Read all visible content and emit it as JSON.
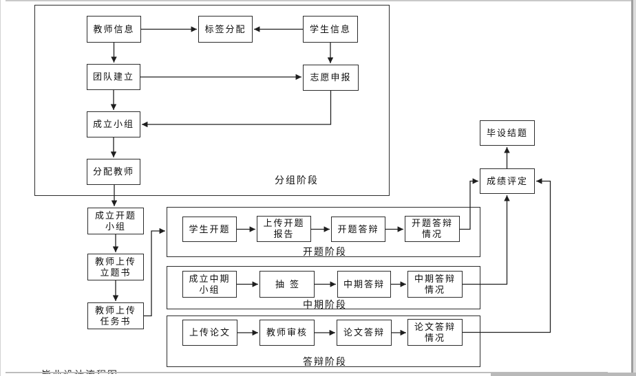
{
  "stages": {
    "grouping": "分组阶段",
    "proposal": "开题阶段",
    "midterm": "中期阶段",
    "defense": "答辩阶段"
  },
  "nodes": {
    "teacher_info": "教师信息",
    "label_assign": "标签分配",
    "student_info": "学生信息",
    "team_build": "团队建立",
    "volunteer_apply": "志愿申报",
    "form_group": "成立小组",
    "assign_teacher": "分配教师",
    "form_proposal_group": "成立开题\n小组",
    "teacher_upload_topic_doc": "教师上传\n立题书",
    "teacher_upload_task_doc": "教师上传\n任务书",
    "student_proposal": "学生开题",
    "upload_proposal_report": "上传开题\n报告",
    "proposal_defense": "开题答辩",
    "proposal_defense_status": "开题答辩\n情况",
    "form_midterm_group": "成立中期\n小组",
    "draw_lots": "抽签",
    "midterm_defense": "中期答辩",
    "midterm_defense_status": "中期答辩\n情况",
    "upload_thesis": "上传论文",
    "teacher_review": "教师审核",
    "thesis_defense": "论文答辩",
    "thesis_defense_status": "论文答辩\n情况",
    "graduation_conclusion": "毕设结题",
    "grade_evaluation": "成绩评定"
  },
  "page": {
    "clipped_caption": "毕业设计流程图"
  },
  "colors": {
    "line": "#1f1f1f",
    "page_edge": "#9e9e9e"
  }
}
